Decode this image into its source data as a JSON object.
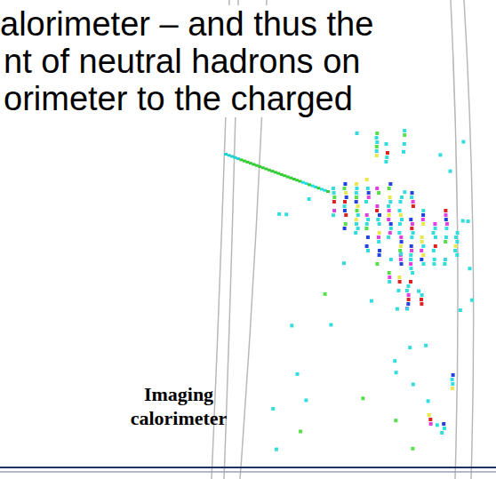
{
  "diagram": {
    "labels": [
      "alorimeter – and thus the",
      "nt of neutral hadrons on",
      "orimeter to the charged",
      "Imaging calorimeter"
    ]
  }
}
